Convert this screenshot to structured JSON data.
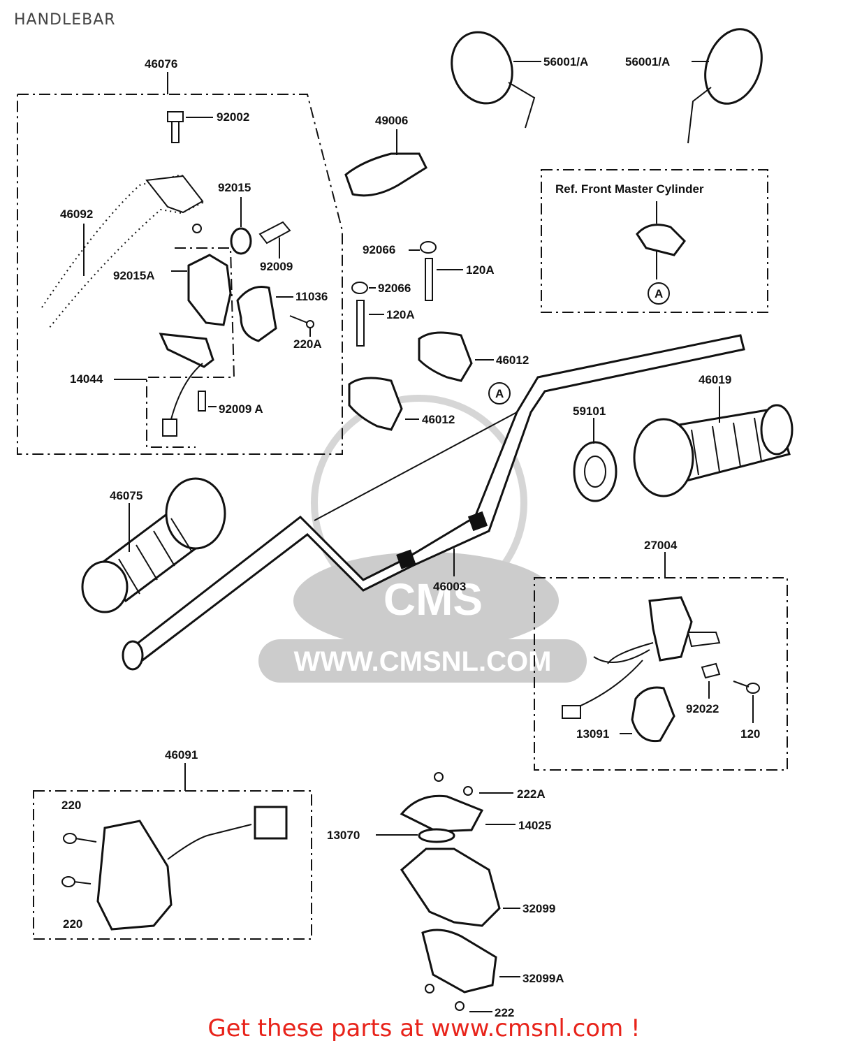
{
  "title": "HANDLEBAR",
  "footer": "Get these parts at www.cmsnl.com !",
  "watermark": {
    "brand": "CMS",
    "url": "WWW.CMSNL.COM"
  },
  "ref_box": {
    "title": "Ref. Front Master Cylinder",
    "marker": "A"
  },
  "handlebar_marker": "A",
  "labels": {
    "p46076": "46076",
    "p92002": "92002",
    "p46092": "46092",
    "p92015": "92015",
    "p92009": "92009",
    "p92015A": "92015A",
    "p11036": "11036",
    "p220A": "220A",
    "p14044": "14044",
    "p92009A": "92009 A",
    "p49006": "49006",
    "p56001A_left": "56001/A",
    "p56001A_right": "56001/A",
    "p92066_top": "92066",
    "p120A_top": "120A",
    "p92066_mid": "92066",
    "p120A_mid": "120A",
    "p46012_top": "46012",
    "p46012_bot": "46012",
    "p46019": "46019",
    "p59101": "59101",
    "p46075": "46075",
    "p46003": "46003",
    "p27004": "27004",
    "p92022": "92022",
    "p120": "120",
    "p13091": "13091",
    "p46091": "46091",
    "p220_top": "220",
    "p220_bot": "220",
    "p222A": "222A",
    "p14025": "14025",
    "p13070": "13070",
    "p32099": "32099",
    "p32099A": "32099A",
    "p222": "222"
  }
}
